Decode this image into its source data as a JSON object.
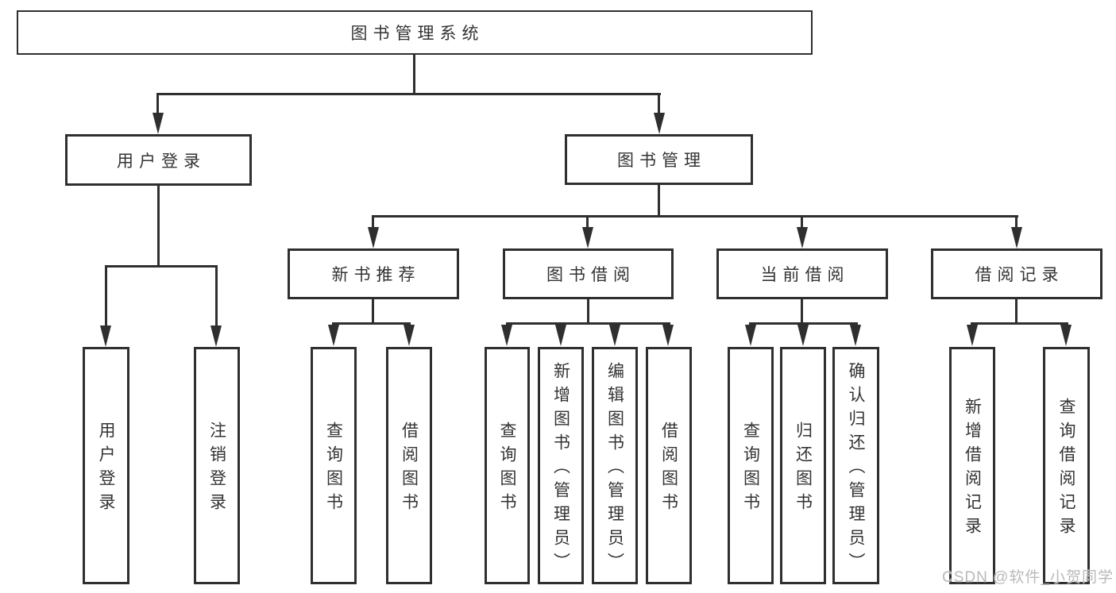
{
  "diagram": {
    "root": {
      "label": "图书管理系统"
    },
    "branches": {
      "user_login": {
        "label": "用户登录",
        "children": [
          {
            "label": "用户登录"
          },
          {
            "label": "注销登录"
          }
        ]
      },
      "book_mgmt": {
        "label": "图书管理",
        "children": {
          "new_books": {
            "label": "新书推荐",
            "children": [
              {
                "label": "查询图书"
              },
              {
                "label": "借阅图书"
              }
            ]
          },
          "borrow": {
            "label": "图书借阅",
            "children": [
              {
                "label": "查询图书"
              },
              {
                "label": "新增图书（管理员）"
              },
              {
                "label": "编辑图书（管理员）"
              },
              {
                "label": "借阅图书"
              }
            ]
          },
          "current": {
            "label": "当前借阅",
            "children": [
              {
                "label": "查询图书"
              },
              {
                "label": "归还图书"
              },
              {
                "label": "确认归还（管理员）"
              }
            ]
          },
          "records": {
            "label": "借阅记录",
            "children": [
              {
                "label": "新增借阅记录"
              },
              {
                "label": "查询借阅记录"
              }
            ]
          }
        }
      }
    }
  },
  "watermark": {
    "text": "CSDN @软件_小贺同学"
  },
  "colors": {
    "line": "#2f2f2f",
    "box_border": "#2f2f2f",
    "text": "#333333",
    "watermark": "#b9b9b9",
    "background": "#ffffff"
  }
}
